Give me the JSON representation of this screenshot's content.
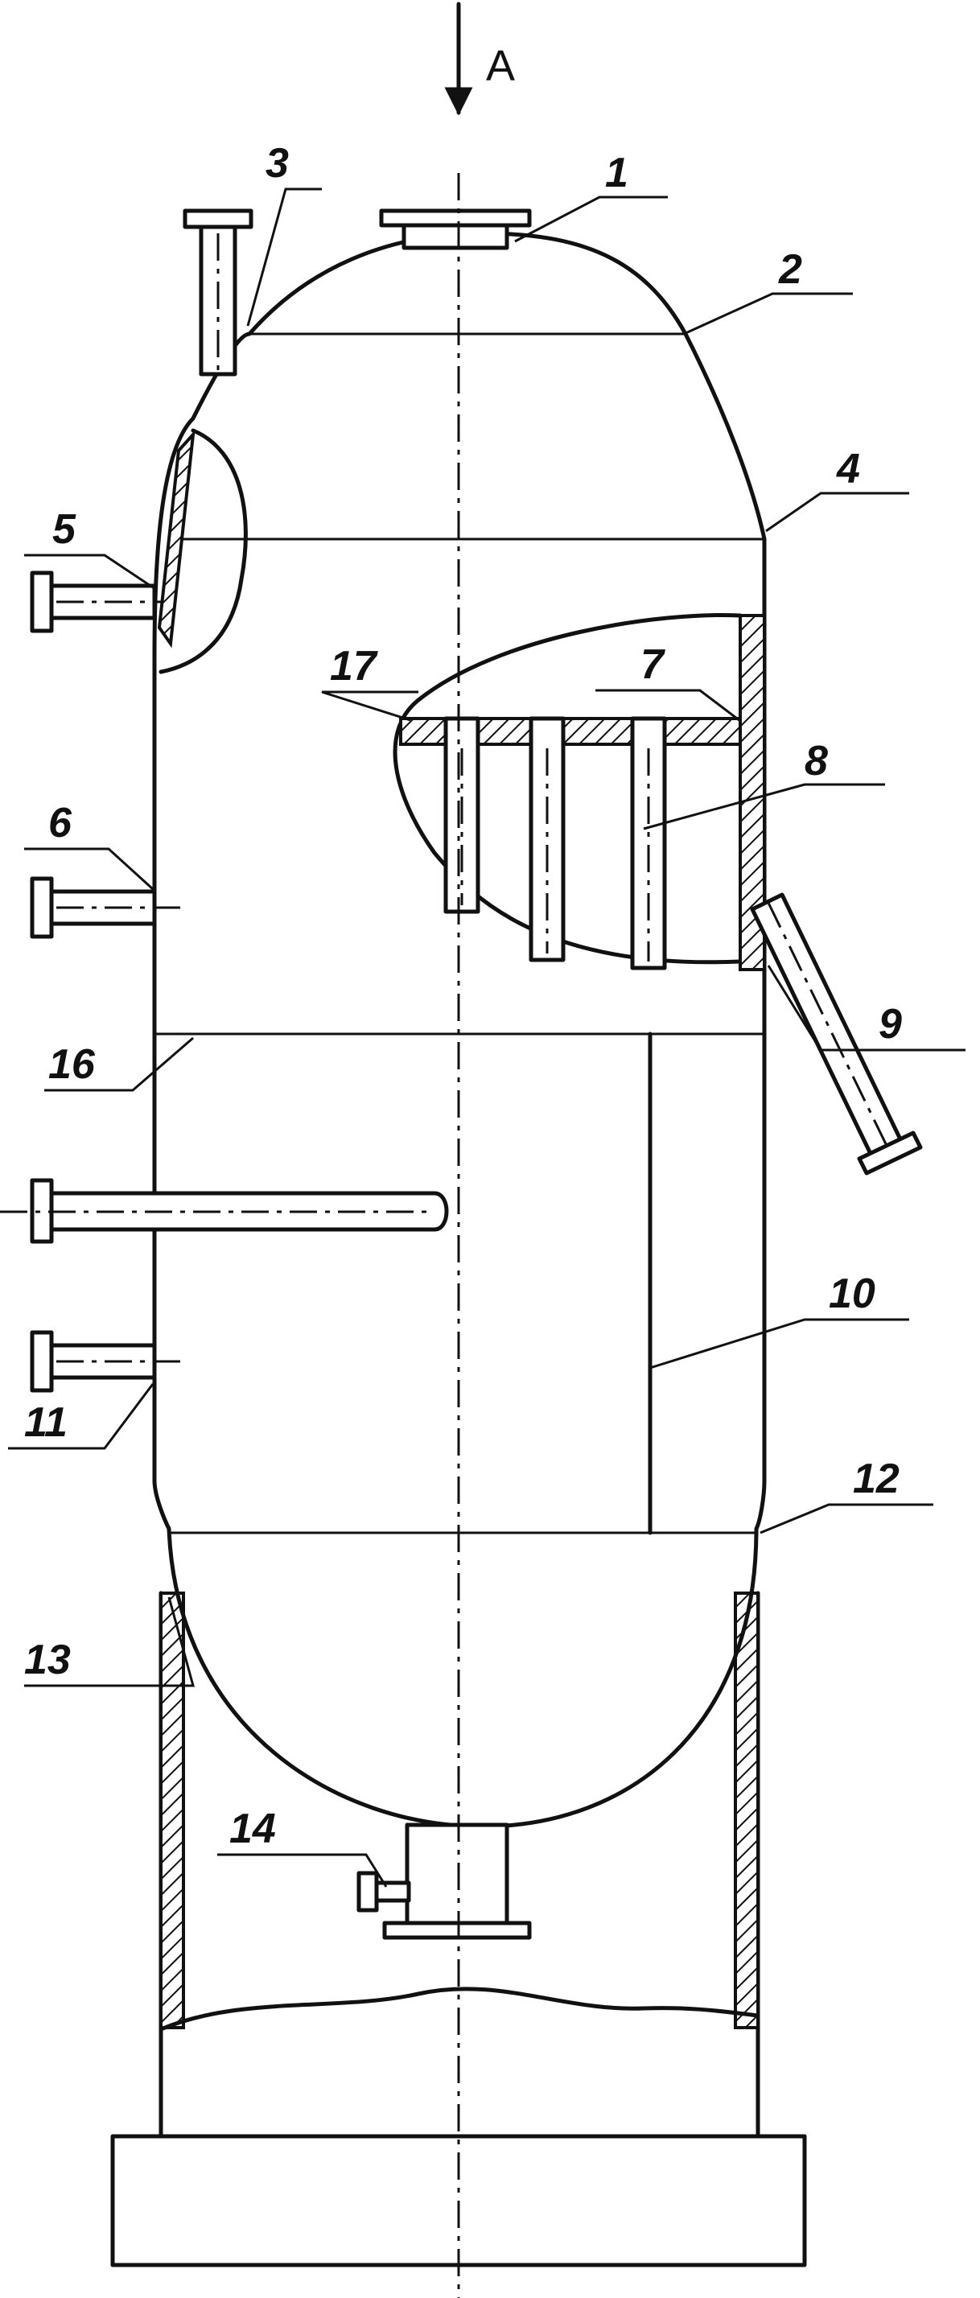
{
  "view_label": "A",
  "callouts": [
    {
      "id": "1",
      "text": "1"
    },
    {
      "id": "2",
      "text": "2"
    },
    {
      "id": "3",
      "text": "3"
    },
    {
      "id": "4",
      "text": "4"
    },
    {
      "id": "5",
      "text": "5"
    },
    {
      "id": "6",
      "text": "6"
    },
    {
      "id": "7",
      "text": "7"
    },
    {
      "id": "8",
      "text": "8"
    },
    {
      "id": "9",
      "text": "9"
    },
    {
      "id": "10",
      "text": "10"
    },
    {
      "id": "11",
      "text": "11"
    },
    {
      "id": "12",
      "text": "12"
    },
    {
      "id": "13",
      "text": "13"
    },
    {
      "id": "14",
      "text": "14"
    },
    {
      "id": "16",
      "text": "16"
    },
    {
      "id": "17",
      "text": "17"
    }
  ]
}
